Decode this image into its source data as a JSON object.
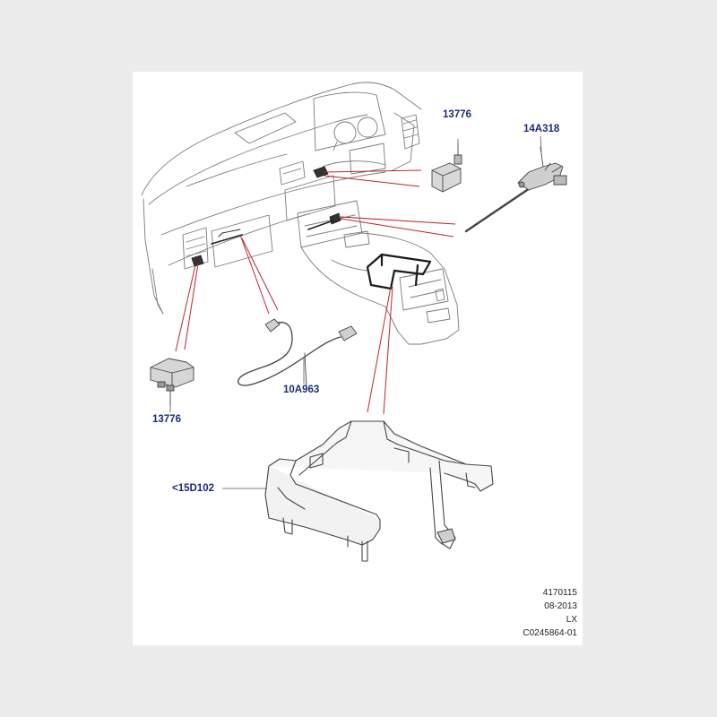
{
  "parts": {
    "switch_upper": {
      "label": "13776"
    },
    "rear_motor": {
      "label": "14A318"
    },
    "harness": {
      "label": "10A963"
    },
    "switch_lower": {
      "label": "13776"
    },
    "console_bracket": {
      "label": "<15D102"
    }
  },
  "footer": {
    "drawing_number": "4170115",
    "date": "08-2013",
    "model": "LX",
    "image_code": "C0245864-01"
  },
  "colors": {
    "leader_red": "#c0242c",
    "label_blue": "#1c2b78",
    "outline": "#6f6f6f"
  }
}
